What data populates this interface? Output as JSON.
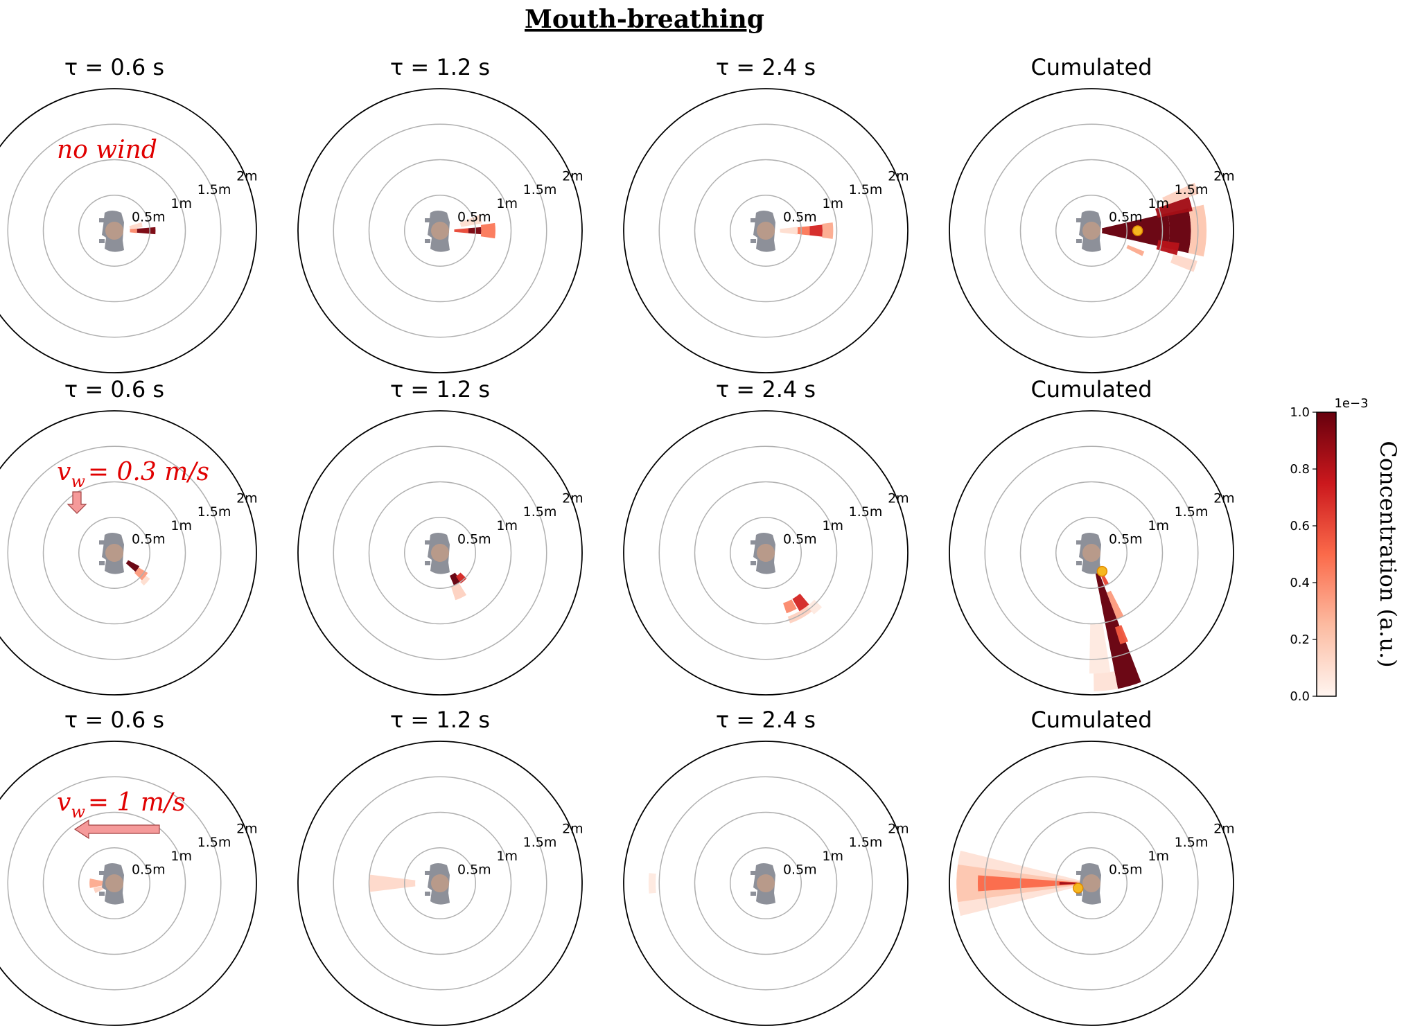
{
  "figure": {
    "title": "Mouth-breathing"
  },
  "chart_data": {
    "type": "polar-heatmap",
    "radial_ticks": [
      "0.5m",
      "1m",
      "1.5m",
      "2m"
    ],
    "radial_values": [
      0.5,
      1,
      1.5,
      2
    ],
    "r_max": 2.0,
    "colorscale": {
      "min": 0.0,
      "max": 1.0,
      "multiplier": "1e−3",
      "ticks": [
        "0.0",
        "0.2",
        "0.4",
        "0.6",
        "0.8",
        "1.0"
      ],
      "label": "Concentration (a.u.)",
      "colors": [
        "#fff5f0",
        "#fcbba1",
        "#fb6a4a",
        "#cb181d",
        "#67000d"
      ]
    },
    "rows": [
      {
        "wind_label": "no wind",
        "wind_vx": 0,
        "wind_vy": 0,
        "panels": [
          {
            "title": "τ = 0.6 s",
            "cells": [
              {
                "theta": 0,
                "width": 12,
                "r0": 0.22,
                "r1": 0.32,
                "value": 0.4
              },
              {
                "theta": 0,
                "width": 10,
                "r0": 0.32,
                "r1": 0.58,
                "value": 0.95
              },
              {
                "theta": 12,
                "width": 10,
                "r0": 0.22,
                "r1": 0.4,
                "value": 0.12
              }
            ]
          },
          {
            "title": "τ = 1.2 s",
            "cells": [
              {
                "theta": 0,
                "width": 10,
                "r0": 0.2,
                "r1": 0.4,
                "value": 0.6
              },
              {
                "theta": 0,
                "width": 10,
                "r0": 0.4,
                "r1": 0.58,
                "value": 0.95
              },
              {
                "theta": 0,
                "width": 16,
                "r0": 0.58,
                "r1": 0.78,
                "value": 0.45
              },
              {
                "theta": 16,
                "width": 12,
                "r0": 0.3,
                "r1": 0.6,
                "value": 0.1
              }
            ]
          },
          {
            "title": "τ = 2.4 s",
            "cells": [
              {
                "theta": 0,
                "width": 14,
                "r0": 0.2,
                "r1": 0.45,
                "value": 0.1
              },
              {
                "theta": 0,
                "width": 12,
                "r0": 0.45,
                "r1": 0.62,
                "value": 0.45
              },
              {
                "theta": 0,
                "width": 12,
                "r0": 0.62,
                "r1": 0.8,
                "value": 0.7
              },
              {
                "theta": 0,
                "width": 14,
                "r0": 0.8,
                "r1": 0.95,
                "value": 0.3
              }
            ]
          },
          {
            "title": "Cumulated",
            "dot_r": 0.65,
            "dot_theta": 0,
            "cells": [
              {
                "theta": 0,
                "width": 26,
                "r0": 0.15,
                "r1": 1.1,
                "value": 1.0
              },
              {
                "theta": 0,
                "width": 26,
                "r0": 1.1,
                "r1": 1.4,
                "value": 1.0
              },
              {
                "theta": 0,
                "width": 26,
                "r0": 1.4,
                "r1": 1.62,
                "value": 0.2
              },
              {
                "theta": 15,
                "width": 8,
                "r0": 0.95,
                "r1": 1.45,
                "value": 0.85
              },
              {
                "theta": 22,
                "width": 6,
                "r0": 1.1,
                "r1": 1.6,
                "value": 0.15
              },
              {
                "theta": -12,
                "width": 8,
                "r0": 0.95,
                "r1": 1.25,
                "value": 0.8
              },
              {
                "theta": -19,
                "width": 6,
                "r0": 1.2,
                "r1": 1.55,
                "value": 0.12
              },
              {
                "theta": -24,
                "width": 5,
                "r0": 0.55,
                "r1": 0.8,
                "value": 0.3
              }
            ]
          }
        ]
      },
      {
        "wind_label": "v",
        "wind_sub": "w",
        "wind_value": "= 0.3 m/s",
        "wind_vx": 0,
        "wind_vy": -0.3,
        "panels": [
          {
            "title": "τ = 0.6 s",
            "cells": [
              {
                "theta": -35,
                "width": 14,
                "r0": 0.22,
                "r1": 0.4,
                "value": 1.0
              },
              {
                "theta": -38,
                "width": 14,
                "r0": 0.4,
                "r1": 0.55,
                "value": 0.35
              },
              {
                "theta": -42,
                "width": 12,
                "r0": 0.55,
                "r1": 0.62,
                "value": 0.1
              }
            ]
          },
          {
            "title": "τ = 1.2 s",
            "cells": [
              {
                "theta": -60,
                "width": 14,
                "r0": 0.35,
                "r1": 0.5,
                "value": 1.0
              },
              {
                "theta": -50,
                "width": 12,
                "r0": 0.4,
                "r1": 0.52,
                "value": 0.7
              },
              {
                "theta": -65,
                "width": 14,
                "r0": 0.5,
                "r1": 0.7,
                "value": 0.15
              }
            ]
          },
          {
            "title": "τ = 2.4 s",
            "cells": [
              {
                "theta": -55,
                "width": 10,
                "r0": 0.75,
                "r1": 0.95,
                "value": 0.7
              },
              {
                "theta": -66,
                "width": 10,
                "r0": 0.75,
                "r1": 0.9,
                "value": 0.4
              },
              {
                "theta": -61,
                "width": 20,
                "r0": 0.95,
                "r1": 1.05,
                "value": 0.15
              },
              {
                "theta": -48,
                "width": 8,
                "r0": 0.95,
                "r1": 1.1,
                "value": 0.05
              }
            ]
          },
          {
            "title": "Cumulated",
            "dot_r": 0.3,
            "dot_theta": -60,
            "cells": [
              {
                "theta": -74,
                "width": 10,
                "r0": 0.1,
                "r1": 1.95,
                "value": 1.0
              },
              {
                "theta": -64,
                "width": 7,
                "r0": 0.3,
                "r1": 0.5,
                "value": 0.6
              },
              {
                "theta": -66,
                "width": 6,
                "r0": 0.6,
                "r1": 1.0,
                "value": 0.35
              },
              {
                "theta": -70,
                "width": 5,
                "r0": 1.1,
                "r1": 1.35,
                "value": 0.55
              },
              {
                "theta": -86,
                "width": 10,
                "r0": 1.0,
                "r1": 1.7,
                "value": 0.05
              },
              {
                "theta": -84,
                "width": 10,
                "r0": 1.7,
                "r1": 1.95,
                "value": 0.08
              }
            ]
          }
        ]
      },
      {
        "wind_label": "v",
        "wind_sub": "w",
        "wind_value": "= 1 m/s",
        "wind_vx": -1.0,
        "wind_vy": 0,
        "panels": [
          {
            "title": "τ = 0.6 s",
            "cells": [
              {
                "theta": 180,
                "width": 22,
                "r0": 0.05,
                "r1": 0.35,
                "value": 0.3
              },
              {
                "theta": 200,
                "width": 15,
                "r0": 0.1,
                "r1": 0.3,
                "value": 0.15
              }
            ]
          },
          {
            "title": "τ = 1.2 s",
            "cells": [
              {
                "theta": 180,
                "width": 14,
                "r0": 0.35,
                "r1": 1.0,
                "value": 0.12
              }
            ]
          },
          {
            "title": "τ = 2.4 s",
            "cells": [
              {
                "theta": 180,
                "width": 10,
                "r0": 1.55,
                "r1": 1.65,
                "value": 0.05
              }
            ]
          },
          {
            "title": "Cumulated",
            "dot_r": 0.2,
            "dot_theta": 200,
            "cells": [
              {
                "theta": 180,
                "width": 28,
                "r0": 0.1,
                "r1": 1.9,
                "value": 0.08
              },
              {
                "theta": 180,
                "width": 16,
                "r0": 0.1,
                "r1": 1.9,
                "value": 0.2
              },
              {
                "theta": 180,
                "width": 8,
                "r0": 0.2,
                "r1": 1.6,
                "value": 0.5
              },
              {
                "theta": 180,
                "width": 5,
                "r0": 0.05,
                "r1": 0.45,
                "value": 0.85
              },
              {
                "theta": 0,
                "width": 60,
                "r0": 0.0,
                "r1": 0.1,
                "value": 1.0
              }
            ]
          }
        ]
      }
    ]
  }
}
